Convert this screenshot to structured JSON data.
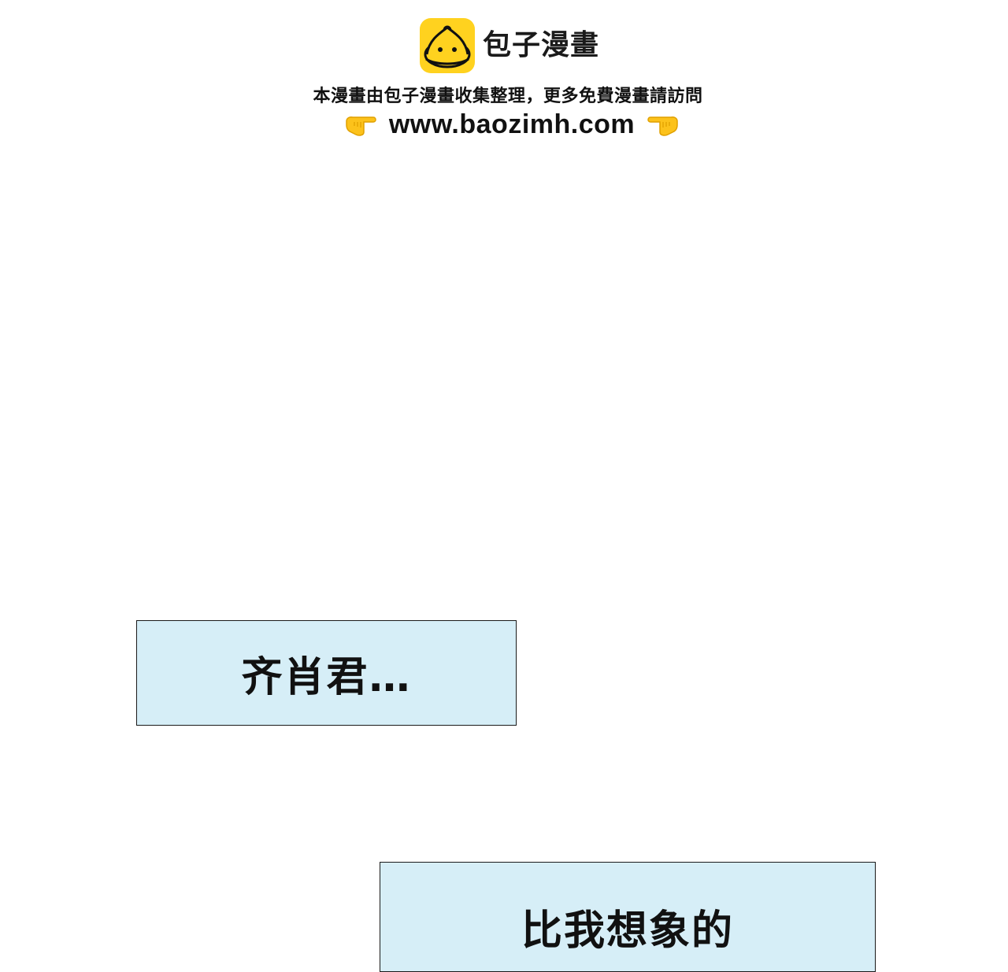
{
  "watermark": {
    "brand_name": "包子漫畫",
    "tagline": "本漫畫由包子漫畫收集整理，更多免費漫畫請訪問",
    "url": "www.baozimh.com",
    "logo_color": "#ffd21f"
  },
  "captions": [
    {
      "text": "齐肖君…"
    },
    {
      "text": "比我想象的"
    }
  ],
  "colors": {
    "caption_background": "#d6eef7",
    "caption_border": "#1a1a1a",
    "page_background": "#ffffff"
  }
}
